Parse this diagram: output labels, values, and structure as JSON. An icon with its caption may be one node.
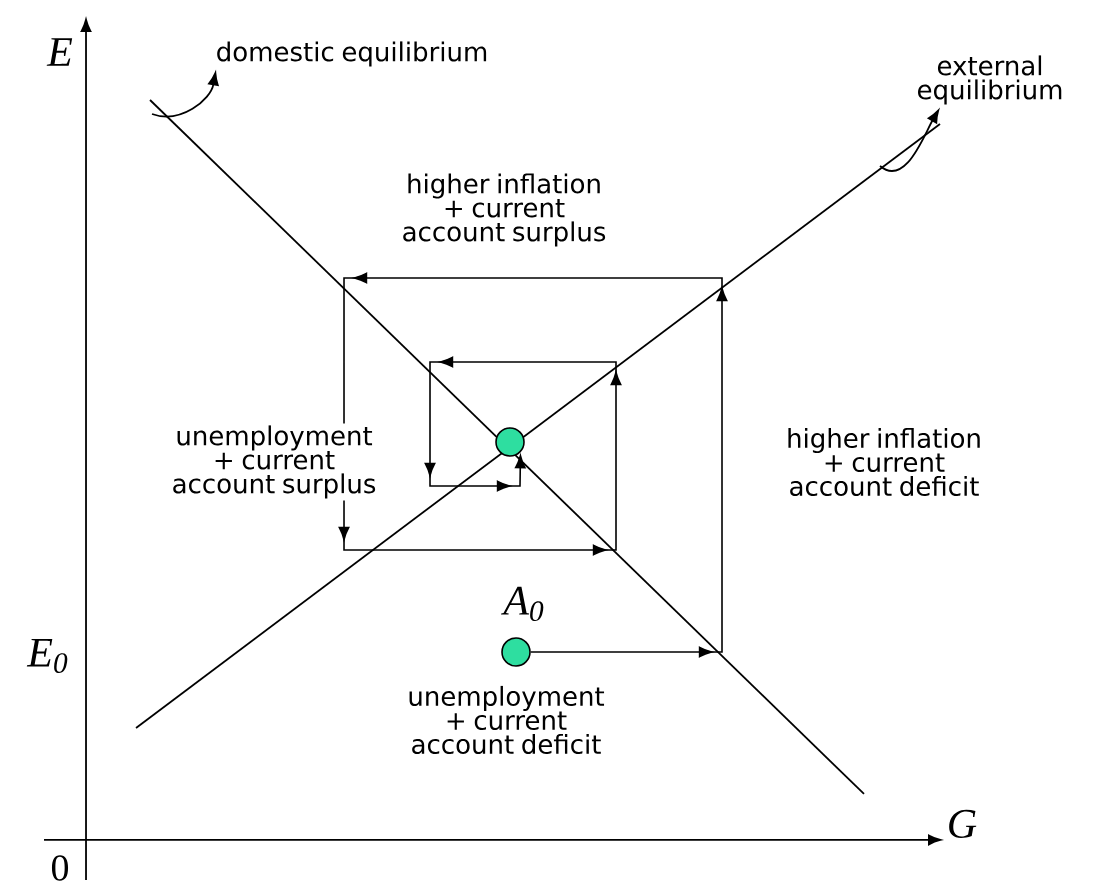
{
  "diagram": {
    "nodes": [
      {
        "text": [
          "domestic equilibrium"
        ]
      },
      {
        "text": [
          "external equilibrium"
        ]
      },
      {
        "text": [],
        "shape": "circle"
      },
      {
        "text": [],
        "shape": "circle",
        "beside": [
          "A$_{0}$"
        ]
      }
    ],
    "edges": [
      {
        "from": null,
        "to": 0,
        "arrow": "to"
      },
      {
        "from": null,
        "to": 1,
        "arrow": "to"
      },
      {
        "from": 3,
        "to": 2,
        "arrow": "to"
      }
    ],
    "labels": [
      "E",
      "higher inflation + current account surplus",
      "unemployment + current account surplus",
      "higher inflation + current account deficit",
      "E$_{0}$",
      "unemployment + current account deficit",
      "0",
      "G"
    ]
  }
}
